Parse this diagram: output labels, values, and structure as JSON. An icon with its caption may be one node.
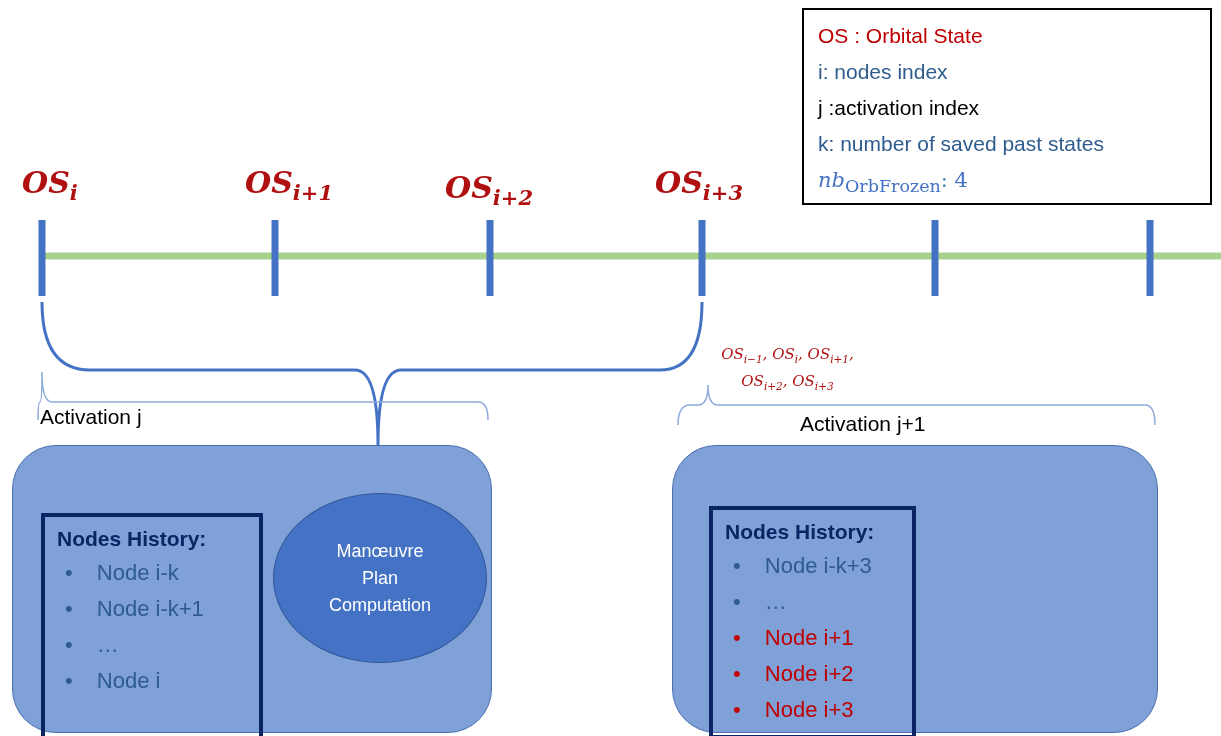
{
  "diagram": {
    "nodes": [
      {
        "text": [
          "Activation j"
        ]
      },
      {
        "text": [
          "Nodes History:",
          "• Node i-k",
          "• Node i-k+1",
          "• …",
          "• Node i"
        ],
        "in": 0
      },
      {
        "text": [
          "Manœuvre Plan Computation"
        ],
        "in": 0
      },
      {
        "text": [
          "Activation j+1"
        ]
      },
      {
        "text": [
          "Nodes History:",
          "• Node i-k+3",
          "• …",
          "• Node i+1",
          "• Node i+2",
          "• Node i+3"
        ],
        "in": 3
      },
      {
        "text": [
          "OS : Orbital State",
          "i: nodes index",
          "j :activation index",
          "k: number of saved past states",
          "*nb*$_{OrbFrozen}$: 4"
        ]
      }
    ],
    "labels": [
      "OS$_{i}$",
      "OS$_{i+1}$",
      "OS$_{i+2}$",
      "OS$_{i+3}$",
      "OS$_{i−1}$, OS$_{i}$, OS$_{i+1}$, OS$_{i+2}$, OS$_{i+3}$"
    ]
  }
}
